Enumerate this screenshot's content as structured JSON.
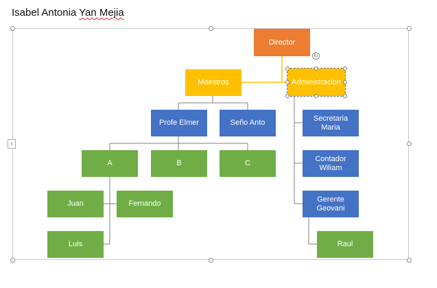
{
  "document": {
    "author_line_plain": "Isabel Antonia ",
    "author_line_flagged": "Yan Mejia"
  },
  "org_chart": {
    "director": "Director",
    "assistant": "Administracion",
    "maestros": "Maestros",
    "profe_elmer": "Profe Elmer",
    "seno_anto": "Seño Anto",
    "secretaria": "Secretaria Maria",
    "contador": "Contador\nWiliam",
    "gerente": "Gerente\nGeovani",
    "a": "A",
    "b": "B",
    "c": "C",
    "juan": "Juan",
    "fernando": "Fernando",
    "luis": "Luis",
    "raul": "Raul"
  },
  "colors": {
    "director": "#ed7d31",
    "level2": "#ffc000",
    "level3": "#4472c4",
    "level4": "#70ad47",
    "connector_gold": "#ffc000",
    "connector_gray": "#7f7f7f"
  },
  "icons": {
    "collapse_tab": "chevron-left-icon",
    "rotate": "rotate-icon"
  },
  "glyphs": {
    "collapse_tab": "‹",
    "rotate": "↻"
  }
}
